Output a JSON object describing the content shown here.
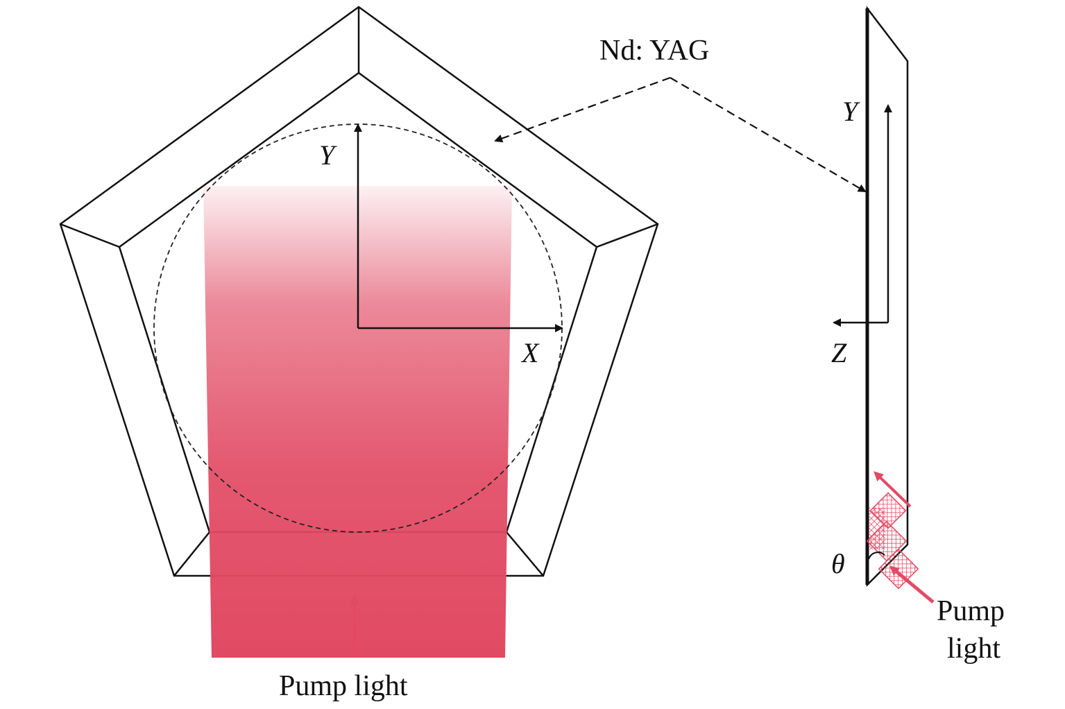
{
  "labels": {
    "crystal": "Nd: YAG",
    "pump_bottom": "Pump light",
    "pump_side_line1": "Pump",
    "pump_side_line2": "light",
    "front_y": "Y",
    "front_x": "X",
    "side_y": "Y",
    "side_z": "Z",
    "angle": "θ"
  },
  "colors": {
    "outline": "#111111",
    "pump_beam": "#e14a63",
    "pump_arrow": "#e24a64"
  },
  "icons": {
    "pump_arrow": "up-arrow",
    "crystal_pointer": "dashed-arrow"
  }
}
